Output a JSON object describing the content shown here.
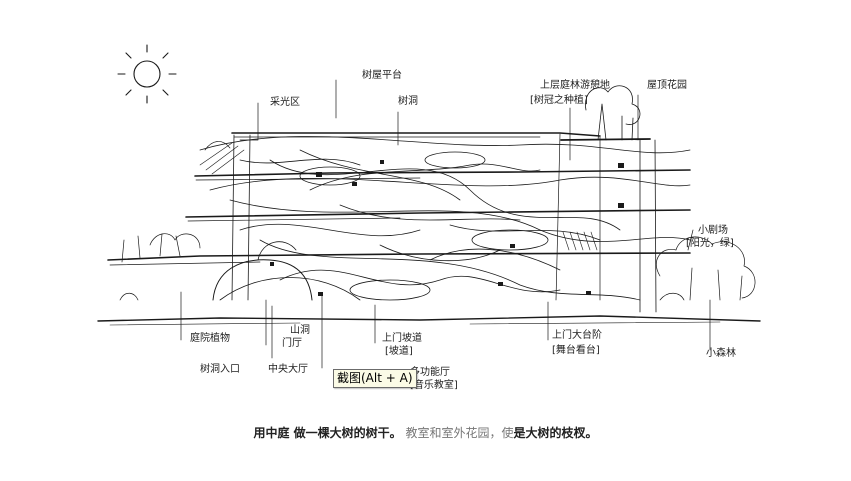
{
  "sketch": {
    "labels": {
      "tree_platform": "树屋平台",
      "tree_hole": "树洞",
      "daylight": "采光区",
      "upper_courtyard": "上层庭林游憩地",
      "upper_courtyard_sub": "[树冠之种植]",
      "roof_garden": "屋顶花园",
      "small_theatre": "小剧场",
      "small_theatre_sub": "[阳光，绿]",
      "central_hall": "中央大厅",
      "cave": "山洞",
      "ground_garden": "庭院植物",
      "tree_entrance": "树洞入口",
      "door": "门厅",
      "ramp_upper": "上门坡道",
      "ramp_upper_sub": "[坡道]",
      "stage_upper": "上门大台阶",
      "stage_upper_sub": "[舞台看台]",
      "grove": "小森林",
      "function_room": "多功能厅",
      "function_room_sub": "[音乐教室]"
    }
  },
  "tooltip": {
    "text": "截图(Alt + A)"
  },
  "caption": {
    "bold1": "用中庭 做一棵大树的树干。",
    "thin": "教室和室外花园，使",
    "bold2": "是大树的枝杈。"
  }
}
